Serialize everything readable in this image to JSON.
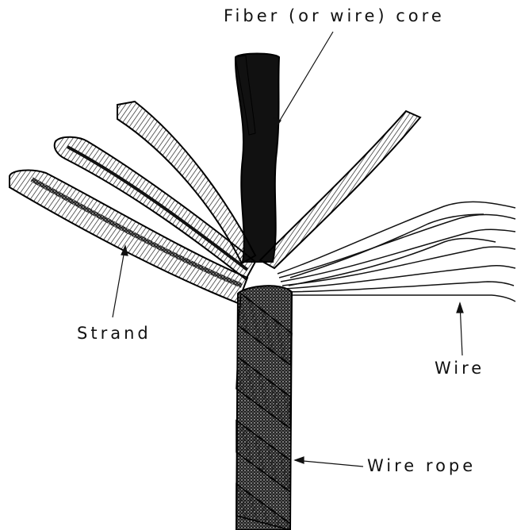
{
  "labels": {
    "core": "Fiber (or wire) core",
    "strand": "Strand",
    "wire": "Wire",
    "wire_rope": "Wire rope"
  },
  "colors": {
    "ink": "#111111",
    "background": "#ffffff"
  }
}
